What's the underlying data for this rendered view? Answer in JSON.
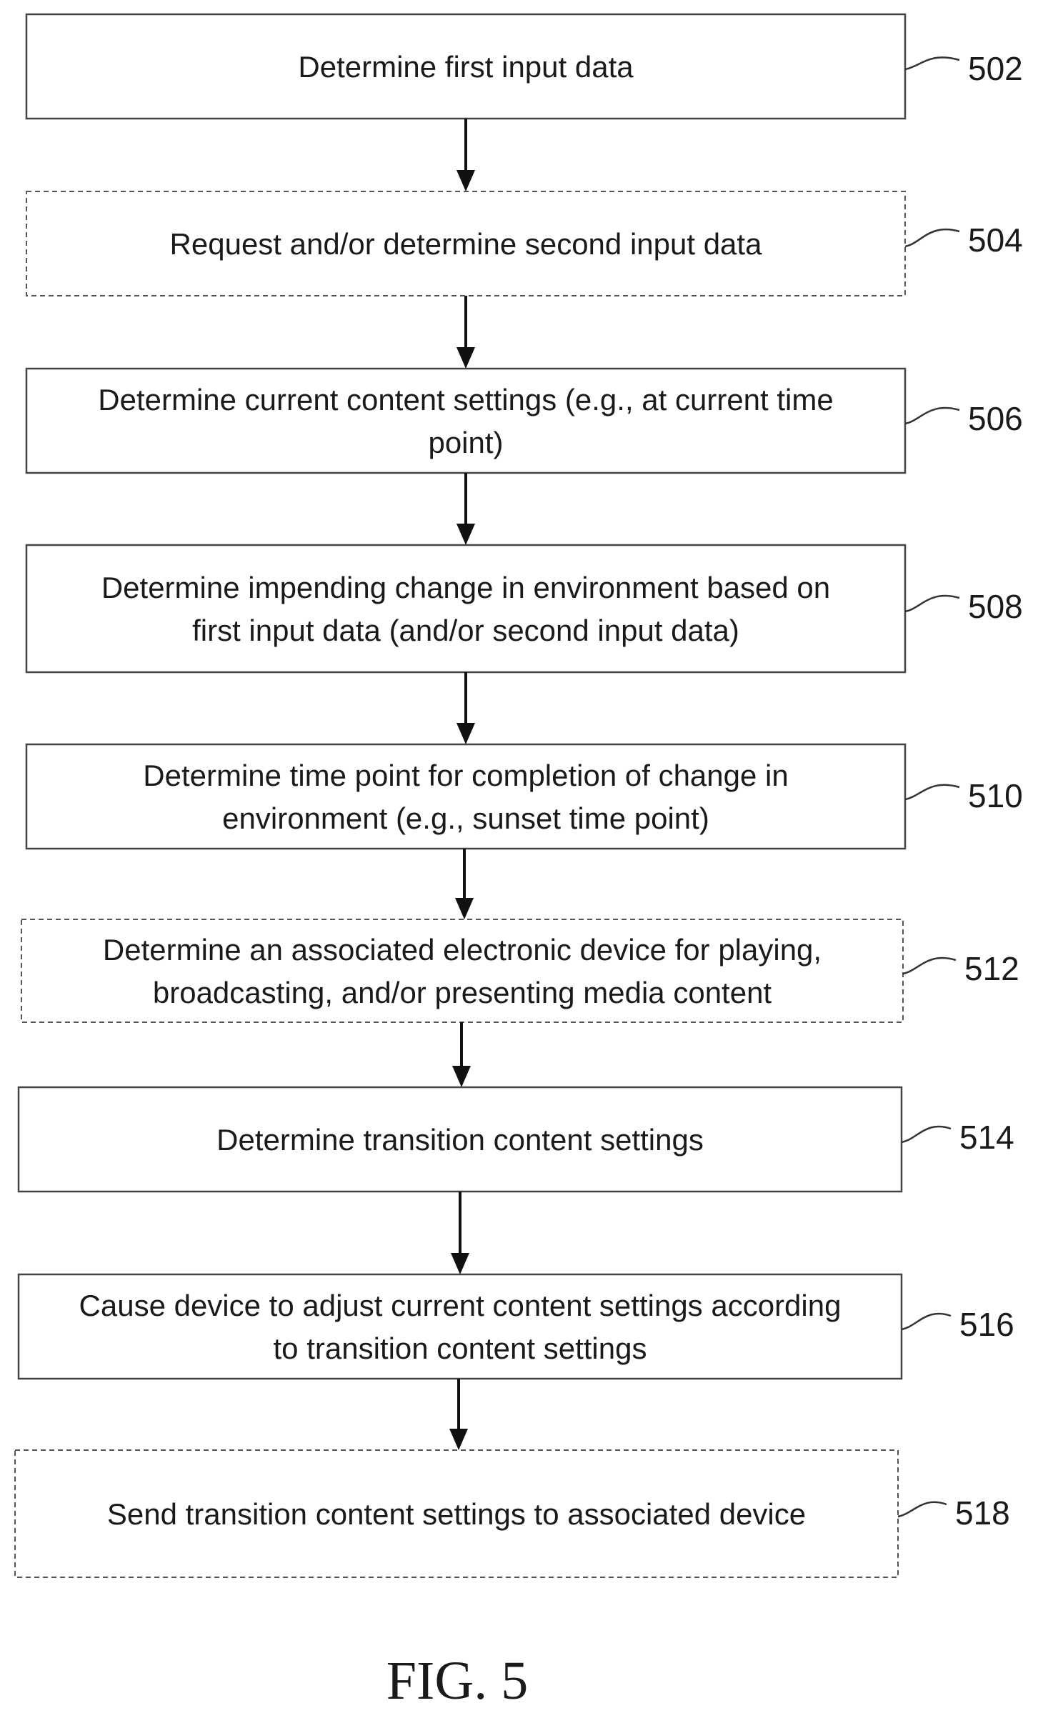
{
  "figure_label": "FIG. 5",
  "steps": [
    {
      "id": "502",
      "style": "solid",
      "lines": [
        "Determine first input data"
      ]
    },
    {
      "id": "504",
      "style": "dashed",
      "lines": [
        "Request and/or determine second input data"
      ]
    },
    {
      "id": "506",
      "style": "solid",
      "lines": [
        "Determine current content settings (e.g., at current time",
        "point)"
      ]
    },
    {
      "id": "508",
      "style": "solid",
      "lines": [
        "Determine impending change in environment based on",
        "first input data (and/or second input data)"
      ]
    },
    {
      "id": "510",
      "style": "solid",
      "lines": [
        "Determine time point for completion of change in",
        "environment (e.g., sunset time point)"
      ]
    },
    {
      "id": "512",
      "style": "dashed",
      "lines": [
        "Determine an associated electronic device for playing,",
        "broadcasting, and/or presenting media content"
      ]
    },
    {
      "id": "514",
      "style": "solid",
      "lines": [
        "Determine transition content settings"
      ]
    },
    {
      "id": "516",
      "style": "solid",
      "lines": [
        "Cause device to adjust current content settings according",
        "to transition content settings"
      ]
    },
    {
      "id": "518",
      "style": "dashed",
      "lines": [
        "Send transition content settings to associated device"
      ]
    }
  ]
}
